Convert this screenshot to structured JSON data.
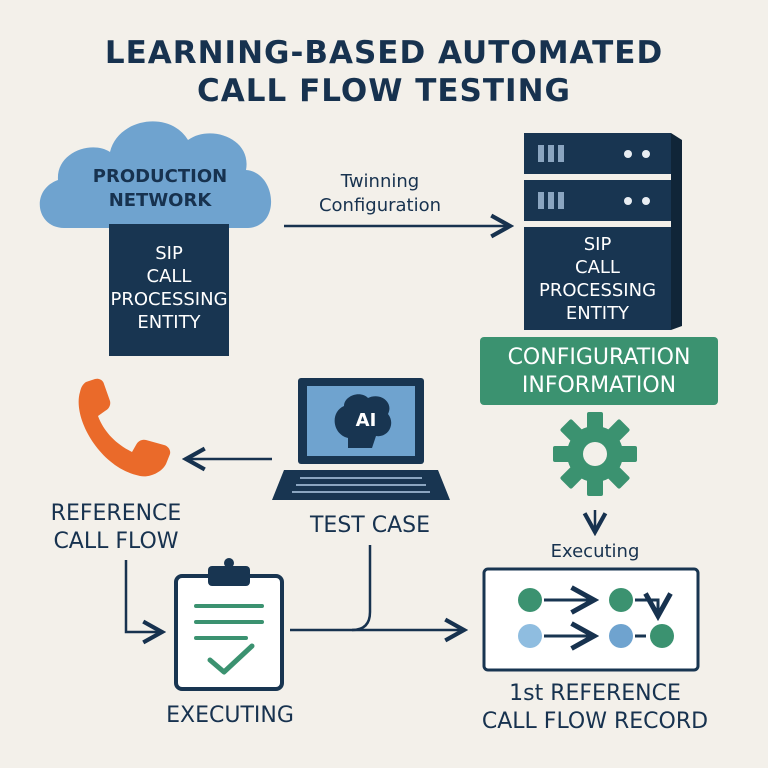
{
  "title": {
    "line1": "LEARNING-BASED AUTOMATED",
    "line2": "CALL FLOW TESTING"
  },
  "production_network": {
    "cloud_line1": "PRODUCTION",
    "cloud_line2": "NETWORK",
    "entity_lines": [
      "SIP",
      "CALL",
      "PROCESSING",
      "ENTITY"
    ]
  },
  "twinning": {
    "line1": "Twinning",
    "line2": "Configuration"
  },
  "test_network": {
    "entity_lines": [
      "SIP",
      "CALL",
      "PROCESSING",
      "ENTITY"
    ],
    "config_line1": "CONFIGURATION",
    "config_line2": "INFORMATION"
  },
  "ai_laptop": {
    "screen_text": "AI",
    "label": "TEST CASE"
  },
  "reference_call_flow": {
    "line1": "REFERENCE",
    "line2": "CALL FLOW"
  },
  "executing_clipboard": {
    "label": "EXECUTING"
  },
  "executing_gear": {
    "label": "Executing"
  },
  "record": {
    "line1": "1st REFERENCE",
    "line2": "CALL FLOW RECORD"
  },
  "colors": {
    "navy": "#183551",
    "green": "#3b9270",
    "cloud_blue": "#6fa3cf",
    "orange": "#ea6a2a",
    "background": "#f3f0ea"
  }
}
